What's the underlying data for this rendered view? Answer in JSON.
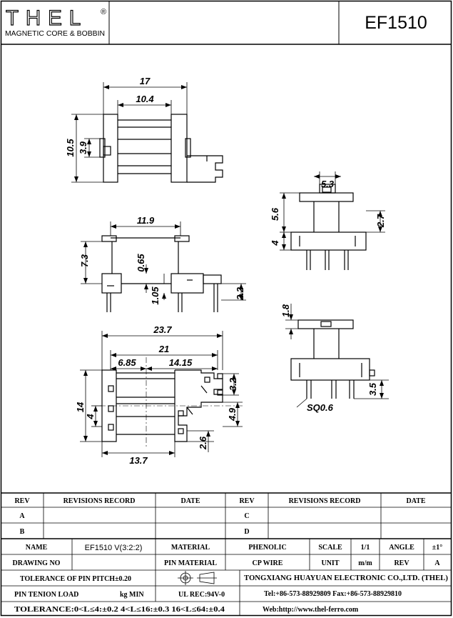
{
  "header": {
    "logo_text": "THEL",
    "registered_mark": "®",
    "logo_subtitle": "MAGNETIC CORE & BOBBIN",
    "part_number": "EF1510"
  },
  "dimensions": {
    "top_17": "17",
    "top_10_4": "10.4",
    "top_10_5": "10.5",
    "top_3_9": "3.9",
    "front_11_9": "11.9",
    "front_7_3": "7.3",
    "front_0_65": "0.65",
    "front_1_05": "1.05",
    "front_2_2": "2.2",
    "side_5_3": "5.3",
    "side_5_6": "5.6",
    "side_4": "4",
    "side_2_7": "2.7",
    "side2_1_8": "1.8",
    "side2_3_5": "3.5",
    "side2_sq": "SQ0.6",
    "bottom_23_7": "23.7",
    "bottom_21": "21",
    "bottom_6_85": "6.85",
    "bottom_14_15": "14.15",
    "bottom_3_2": "3.2",
    "bottom_14": "14",
    "bottom_4": "4",
    "bottom_4_9": "4.9",
    "bottom_2_6": "2.6",
    "bottom_13_7": "13.7"
  },
  "revisions": {
    "rev_header": "REV",
    "record_header": "REVISIONS RECORD",
    "date_header": "DATE",
    "rows": [
      {
        "rev": "A",
        "rev2": "C"
      },
      {
        "rev": "B",
        "rev2": "D"
      }
    ]
  },
  "info": {
    "name_label": "NAME",
    "name_value": "EF1510 V(3:2:2)",
    "material_label": "MATERIAL",
    "material_value": "PHENOLIC",
    "scale_label": "SCALE",
    "scale_value": "1/1",
    "angle_label": "ANGLE",
    "angle_value": "±1°",
    "drawing_no_label": "DRAWING NO",
    "pin_material_label": "PIN MATERIAL",
    "pin_material_value": "CP WIRE",
    "unit_label": "UNIT",
    "unit_value": "m/m",
    "rev_label": "REV",
    "rev_value": "A",
    "tolerance_pitch": "TOLERANCE OF PIN PITCH±0.20",
    "company": "TONGXIANG HUAYUAN ELECTRONIC CO.,LTD. (THEL)",
    "pin_tension_label": "PIN TENION LOAD",
    "pin_tension_unit": "kg MIN",
    "ul": "UL REC:94V-0",
    "tel": "Tel:+86-573-88929809 Fax:+86-573-88929810",
    "tolerance_general": "TOLERANCE:0<L≤4:±0.2  4<L≤16:±0.3  16<L≤64:±0.4",
    "web": "Web:http://www.thel-ferro.com"
  }
}
